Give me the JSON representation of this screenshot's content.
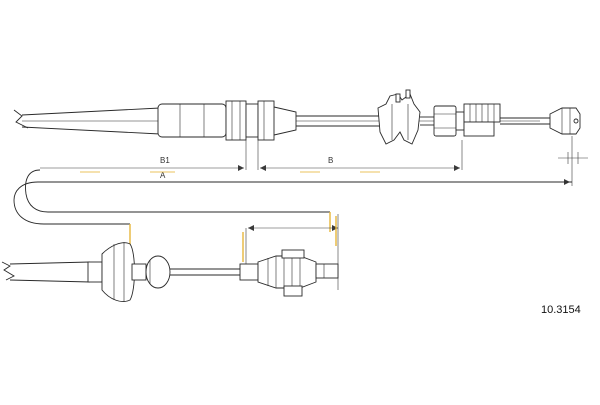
{
  "dimensions": {
    "b1_label": "B1",
    "b_label": "B",
    "a_label": "A"
  },
  "reference": {
    "part_number": "10.3154"
  },
  "colors": {
    "line": "#2a2a2a",
    "highlight": "#e7b73a"
  }
}
